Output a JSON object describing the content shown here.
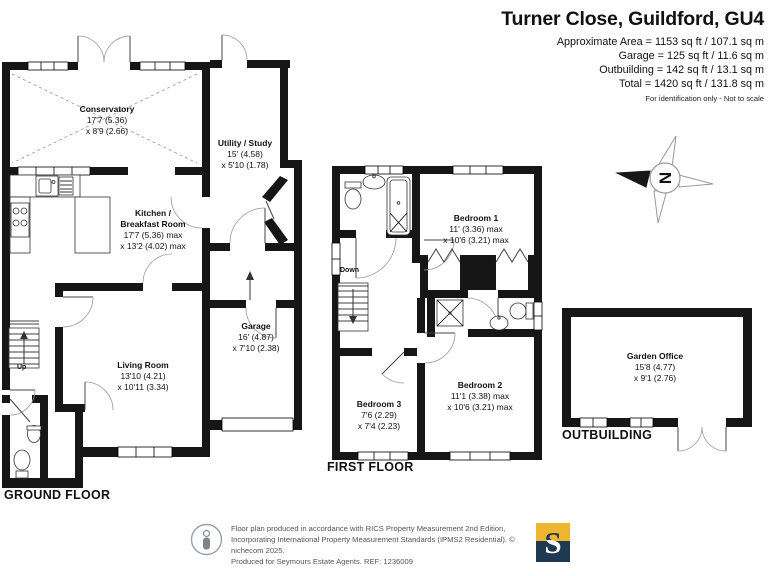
{
  "header": {
    "title": "Turner Close, Guildford, GU4",
    "area_lines": [
      "Approximate Area = 1153 sq ft / 107.1 sq m",
      "Garage = 125 sq ft / 11.6 sq m",
      "Outbuilding = 142 sq ft / 13.1 sq m",
      "Total = 1420 sq ft / 131.8 sq m"
    ],
    "disclaimer": "For identification only - Not to scale"
  },
  "rooms": {
    "conservatory": {
      "name": "Conservatory",
      "line1": "17'7 (5.36)",
      "line2": "x 8'9 (2.66)"
    },
    "kitchen": {
      "name1": "Kitchen /",
      "name2": "Breakfast Room",
      "line1": "17'7 (5.36) max",
      "line2": "x 13'2 (4.02) max"
    },
    "utility": {
      "name": "Utility / Study",
      "line1": "15' (4.58)",
      "line2": "x 5'10 (1.78)"
    },
    "garage": {
      "name": "Garage",
      "line1": "16' (4.87)",
      "line2": "x 7'10 (2.38)"
    },
    "living": {
      "name": "Living Room",
      "line1": "13'10 (4.21)",
      "line2": "x 10'11 (3.34)"
    },
    "bedroom1": {
      "name": "Bedroom 1",
      "line1": "11' (3.36) max",
      "line2": "x 10'6 (3.21) max"
    },
    "bedroom2": {
      "name": "Bedroom 2",
      "line1": "11'1 (3.38) max",
      "line2": "x 10'6 (3.21) max"
    },
    "bedroom3": {
      "name": "Bedroom 3",
      "line1": "7'6 (2.29)",
      "line2": "x 7'4 (2.23)"
    },
    "garden_office": {
      "name": "Garden Office",
      "line1": "15'8 (4.77)",
      "line2": "x 9'1 (2.76)"
    }
  },
  "labels": {
    "ground": "GROUND FLOOR",
    "first": "FIRST FLOOR",
    "outbuilding": "OUTBUILDING",
    "up": "Up",
    "down": "Down"
  },
  "compass": {
    "letter": "N"
  },
  "footer": {
    "line1": "Floor plan produced in accordance with RICS Property Measurement 2nd Edition,",
    "line2": "Incorporating International Property Measurement Standards (IPMS2 Residential).  © nichecom 2025.",
    "line3": "Produced for Seymours Estate Agents.   REF: 1236009",
    "logo_letter": "S"
  },
  "colors": {
    "wall": "#161616",
    "accent_gold": "#EFB52E",
    "accent_navy": "#1D3A52"
  }
}
